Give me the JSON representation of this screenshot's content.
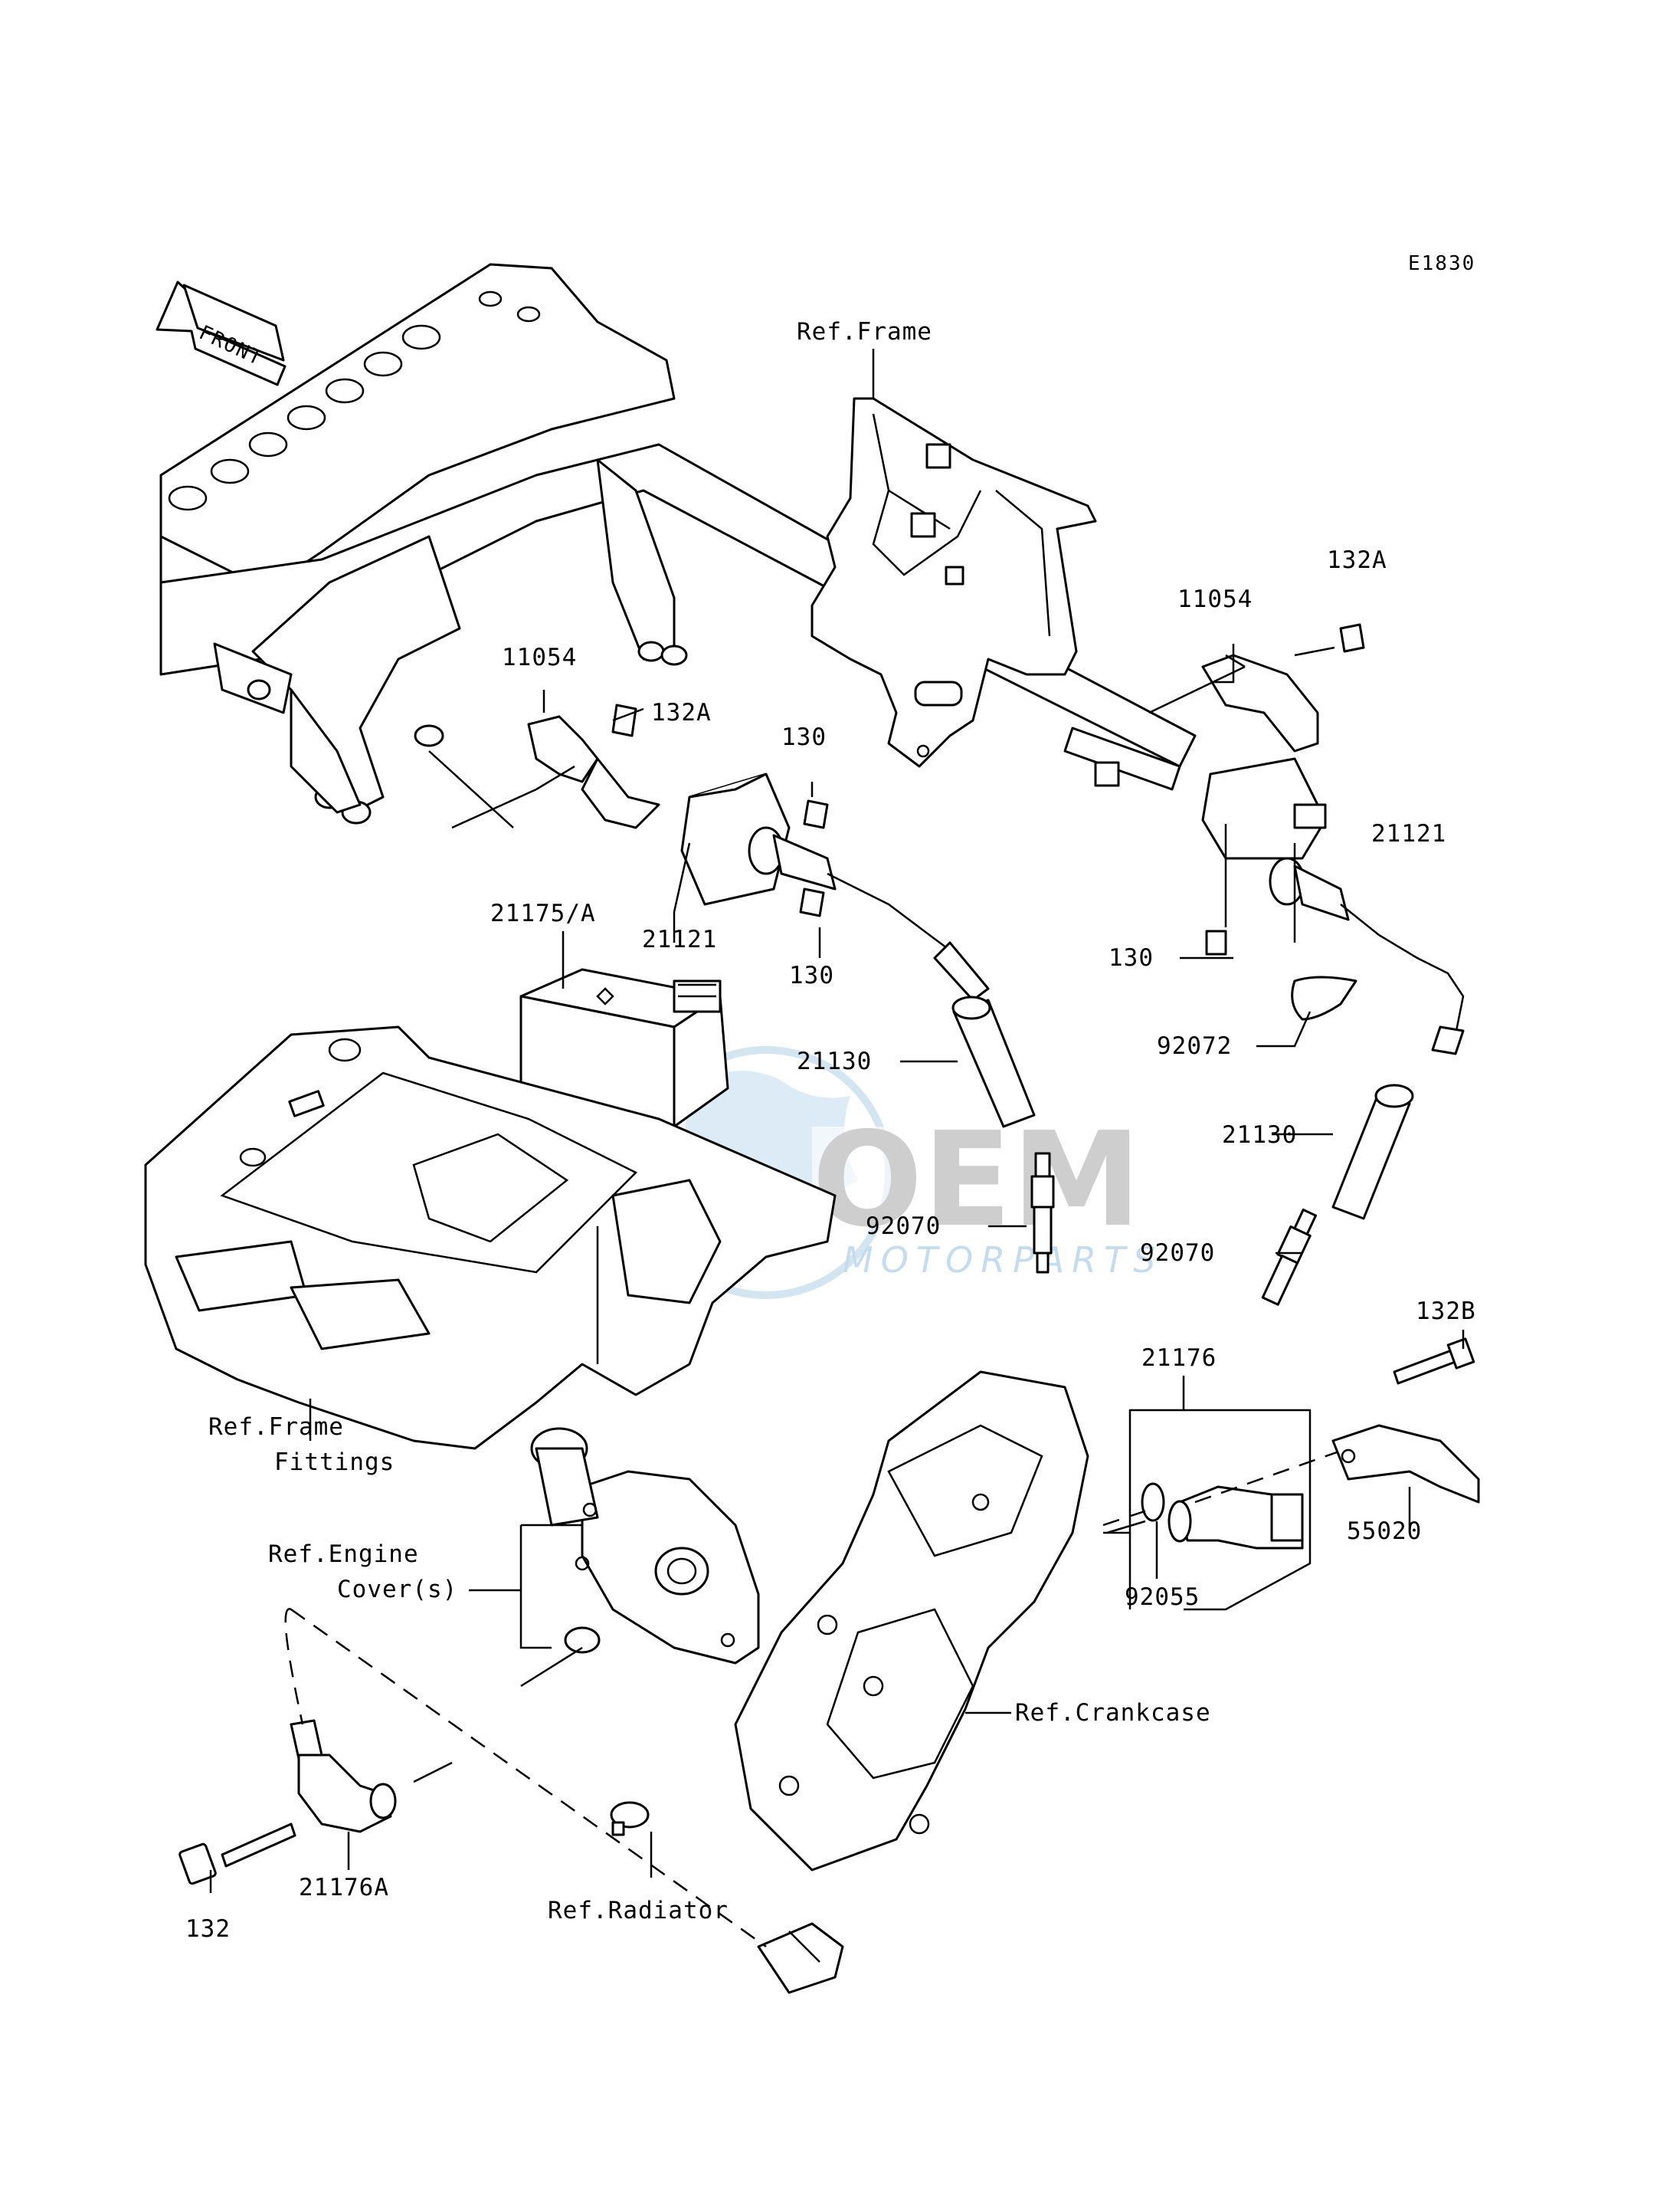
{
  "diagram_code": "E1830",
  "front_label": "FRONT",
  "watermark": {
    "main": "OEM",
    "sub": "MOTORPARTS"
  },
  "labels": {
    "ref_frame_top": "Ref.Frame",
    "p11054_left": "11054",
    "p132A_left": "132A",
    "p130_left_top": "130",
    "p21175A": "21175/A",
    "p21121_left": "21121",
    "p130_left_bottom": "130",
    "p21130_left": "21130",
    "p92070_left": "92070",
    "p132A_right": "132A",
    "p11054_right": "11054",
    "p21121_right": "21121",
    "p130_right": "130",
    "p92072": "92072",
    "p21130_right": "21130",
    "p92070_right": "92070",
    "p132B": "132B",
    "p21176": "21176",
    "p55020": "55020",
    "p92055": "92055",
    "ref_frame_fittings_1": "Ref.Frame",
    "ref_frame_fittings_2": "Fittings",
    "ref_engine_cover_1": "Ref.Engine",
    "ref_engine_cover_2": "Cover(s)",
    "ref_crankcase": "Ref.Crankcase",
    "p21176A": "21176A",
    "p132": "132",
    "ref_radiator": "Ref.Radiator"
  },
  "colors": {
    "line": "#000000",
    "watermark_grey": "#c9c9c9",
    "watermark_blue": "#bfd9ec"
  }
}
